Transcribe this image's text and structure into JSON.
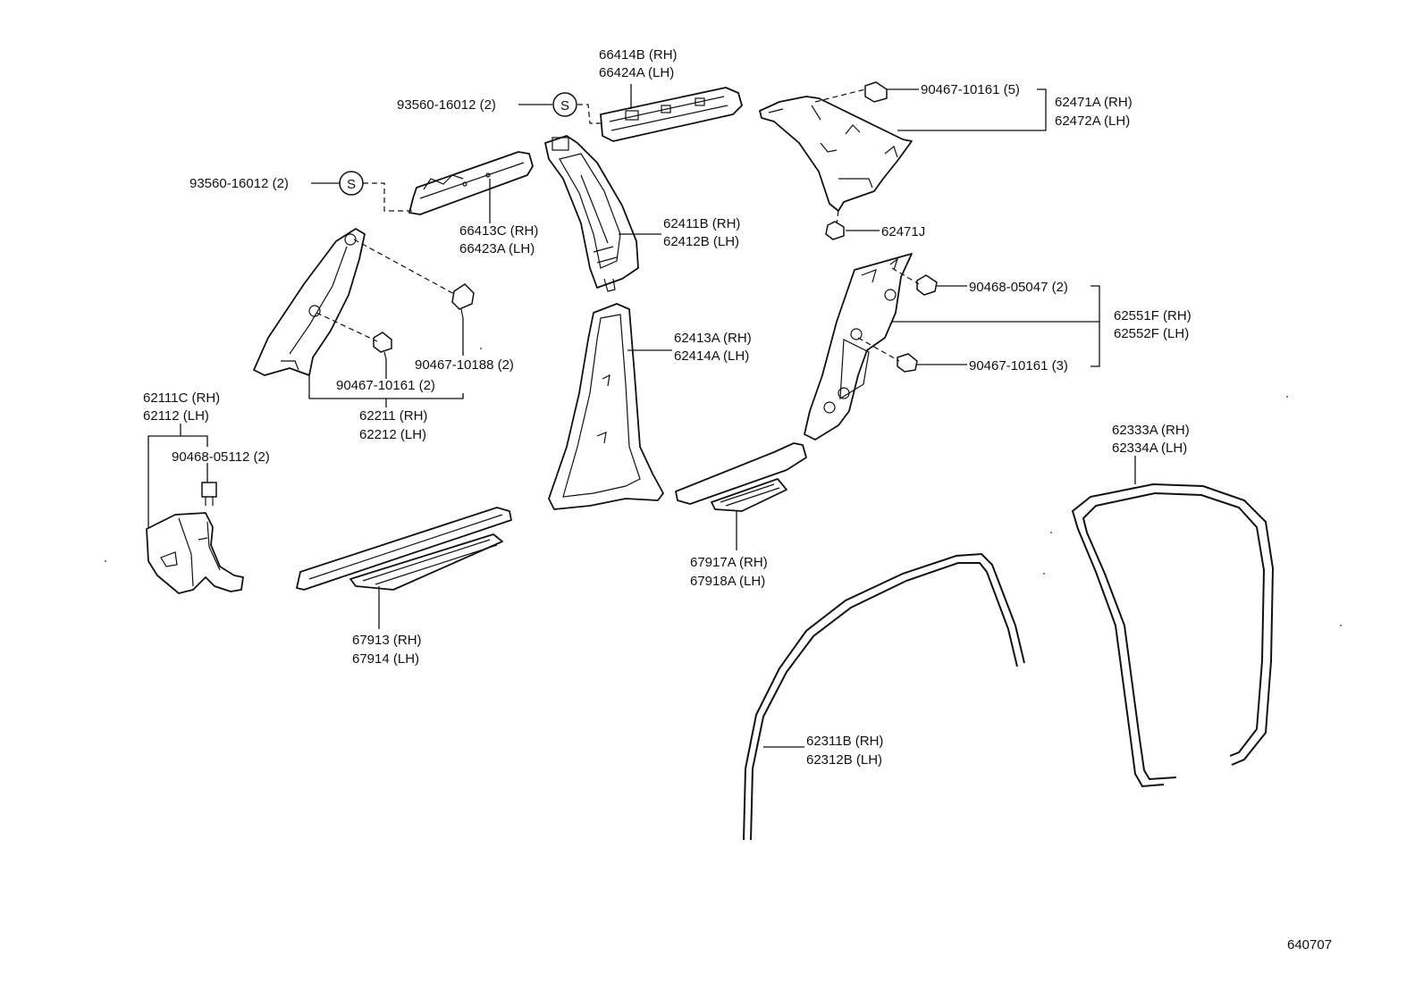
{
  "diagram_code": "640707",
  "labels": {
    "l_66414b": "66414B (RH)",
    "l_66424a": "66424A (LH)",
    "l_93560_top": "93560-16012 (2)",
    "l_93560_mid": "93560-16012 (2)",
    "l_66413c": "66413C (RH)",
    "l_66423a": "66423A (LH)",
    "l_62411b": "62411B (RH)",
    "l_62412b": "62412B (LH)",
    "l_90467_10161_5": "90467-10161 (5)",
    "l_62471a": "62471A (RH)",
    "l_62472a": "62472A (LH)",
    "l_62471j": "62471J",
    "l_90468_05047": "90468-05047 (2)",
    "l_62551f": "62551F (RH)",
    "l_62552f": "62552F (LH)",
    "l_90467_10161_3": "90467-10161 (3)",
    "l_62413a": "62413A (RH)",
    "l_62414a": "62414A (LH)",
    "l_90467_10188": "90467-10188 (2)",
    "l_90467_10161_2": "90467-10161 (2)",
    "l_62211": "62211 (RH)",
    "l_62212": "62212 (LH)",
    "l_62111c": "62111C (RH)",
    "l_62112": "62112   (LH)",
    "l_90468_05112": "90468-05112 (2)",
    "l_67913": "67913 (RH)",
    "l_67914": "67914 (LH)",
    "l_67917a": "67917A (RH)",
    "l_67918a": "67918A (LH)",
    "l_62333a": "62333A (RH)",
    "l_62334a": "62334A (LH)",
    "l_62311b": "62311B (RH)",
    "l_62312b": "62312B (LH)"
  },
  "symbols": {
    "seal_letter_1": "S",
    "seal_letter_2": "S"
  }
}
